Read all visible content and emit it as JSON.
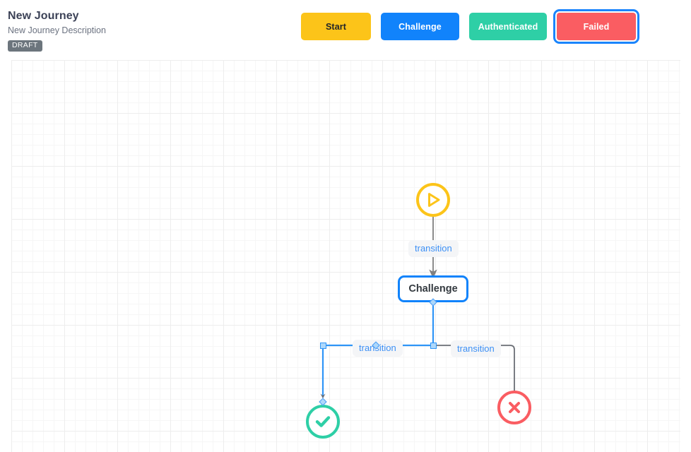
{
  "header": {
    "title": "New Journey",
    "description": "New Journey Description",
    "status_badge": "DRAFT"
  },
  "state_buttons": [
    {
      "label": "Start",
      "color": "#fcc419",
      "text_color": "#212529",
      "selected": false
    },
    {
      "label": "Challenge",
      "color": "#1183fb",
      "text_color": "#ffffff",
      "selected": false
    },
    {
      "label": "Authenticated",
      "color": "#2ecfa6",
      "text_color": "#ffffff",
      "selected": false
    },
    {
      "label": "Failed",
      "color": "#fa5d62",
      "text_color": "#ffffff",
      "selected": true
    }
  ],
  "canvas": {
    "grid": "on",
    "nodes": [
      {
        "id": "start",
        "type": "start-circle",
        "icon": "play-icon",
        "label": "",
        "color": "#fcc419"
      },
      {
        "id": "challenge",
        "type": "rounded-rect",
        "icon": "",
        "label": "Challenge",
        "color": "#1183fb"
      },
      {
        "id": "authenticated",
        "type": "success-circle",
        "icon": "check-icon",
        "label": "",
        "color": "#2ecfa6"
      },
      {
        "id": "failed",
        "type": "failed-circle",
        "icon": "cross-icon",
        "label": "",
        "color": "#fa5d62"
      }
    ],
    "edges": [
      {
        "id": "e1",
        "label": "transition",
        "from": "start",
        "to": "challenge",
        "selected": false,
        "color": "#808080"
      },
      {
        "id": "e2",
        "label": "transition",
        "from": "challenge",
        "to": "authenticated",
        "selected": true,
        "color": "#2f95f7"
      },
      {
        "id": "e3",
        "label": "transition",
        "from": "challenge",
        "to": "failed",
        "selected": false,
        "color": "#6b6f76"
      }
    ]
  },
  "colors": {
    "start": "#fcc419",
    "challenge": "#1183fb",
    "authenticated": "#2ecfa6",
    "failed": "#fa5d62",
    "badge": "#6c757d",
    "edge_label_text": "#3d90f5",
    "selection": "#1a84fc"
  }
}
